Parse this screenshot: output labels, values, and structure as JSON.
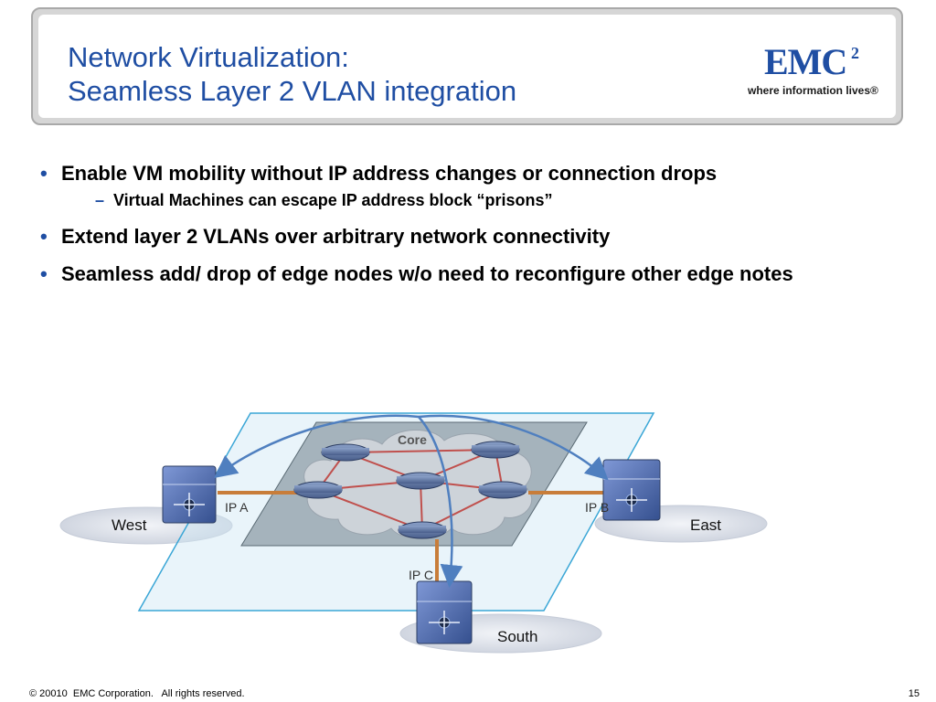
{
  "slide": {
    "title_line1": "Network Virtualization:",
    "title_line2": "Seamless Layer 2 VLAN integration",
    "logo": {
      "wordmark": "EMC",
      "superscript": "2",
      "tagline": "where information lives®"
    },
    "bullets": [
      {
        "text": "Enable VM mobility without IP address changes or connection drops",
        "subs": [
          "Virtual Machines can escape IP address block “prisons”"
        ]
      },
      {
        "text": "Extend layer 2 VLANs over arbitrary network connectivity"
      },
      {
        "text": "Seamless add/ drop of edge nodes w/o need to reconfigure other edge notes"
      }
    ],
    "diagram": {
      "core_label": "Core",
      "sites": {
        "west": "West",
        "east": "East",
        "south": "South"
      },
      "ip_labels": {
        "a": "IP A",
        "b": "IP B",
        "c": "IP C"
      }
    },
    "footer": "© 20010  EMC Corporation.   All rights reserved.",
    "page_number": "15"
  },
  "colors": {
    "title": "#1f4ea3",
    "arrow": "#4f7fbf",
    "core_link": "#c0504d",
    "access_link": "#c87d3a"
  }
}
